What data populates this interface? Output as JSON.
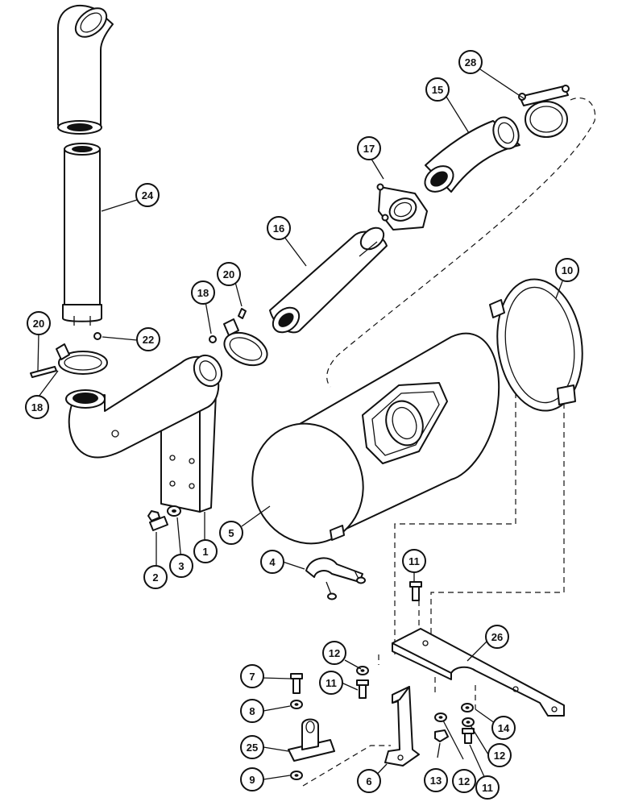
{
  "callouts": [
    {
      "id": "c28",
      "label": "28"
    },
    {
      "id": "c15",
      "label": "15"
    },
    {
      "id": "c17",
      "label": "17"
    },
    {
      "id": "c24",
      "label": "24"
    },
    {
      "id": "c16",
      "label": "16"
    },
    {
      "id": "c20a",
      "label": "20"
    },
    {
      "id": "c18a",
      "label": "18"
    },
    {
      "id": "c10",
      "label": "10"
    },
    {
      "id": "c20b",
      "label": "20"
    },
    {
      "id": "c22",
      "label": "22"
    },
    {
      "id": "c18b",
      "label": "18"
    },
    {
      "id": "c5",
      "label": "5"
    },
    {
      "id": "c2",
      "label": "2"
    },
    {
      "id": "c3",
      "label": "3"
    },
    {
      "id": "c1",
      "label": "1"
    },
    {
      "id": "c4",
      "label": "4"
    },
    {
      "id": "c11a",
      "label": "11"
    },
    {
      "id": "c26",
      "label": "26"
    },
    {
      "id": "c12a",
      "label": "12"
    },
    {
      "id": "c7",
      "label": "7"
    },
    {
      "id": "c11b",
      "label": "11"
    },
    {
      "id": "c8",
      "label": "8"
    },
    {
      "id": "c14",
      "label": "14"
    },
    {
      "id": "c25",
      "label": "25"
    },
    {
      "id": "c12b",
      "label": "12"
    },
    {
      "id": "c9",
      "label": "9"
    },
    {
      "id": "c6",
      "label": "6"
    },
    {
      "id": "c13",
      "label": "13"
    },
    {
      "id": "c12c",
      "label": "12"
    },
    {
      "id": "c11c",
      "label": "11"
    }
  ]
}
